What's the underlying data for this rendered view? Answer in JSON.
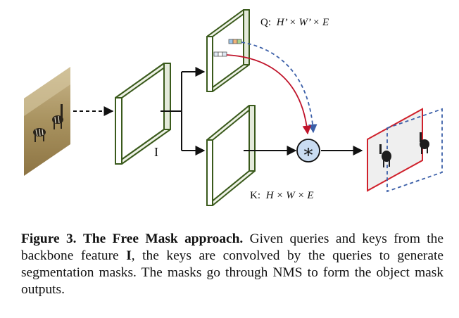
{
  "figure": {
    "q_label_prefix": "Q:",
    "q_label_dims": "H’ × W’ × E",
    "k_label_prefix": "K:",
    "k_label_dims": "H × W × E",
    "feature_label": "I",
    "conv_symbol": "∗",
    "colors": {
      "block_stroke": "#3a5a1c",
      "mask_red": "#d0212b",
      "mask_blue": "#3b5fa8",
      "conv_fill": "#c9dcf2",
      "query_arrow_red": "#c0132a",
      "query_arrow_blue": "#3b5fa8"
    },
    "icons": [
      "zebra-input-image",
      "convolution-operator-icon",
      "zebra-silhouette"
    ]
  },
  "caption": {
    "label": "Figure 3.",
    "title": "The Free Mask approach.",
    "part1": " Given queries and keys from the backbone feature ",
    "feature": "I",
    "part2": ", the keys are convolved by the queries to generate segmentation masks. The masks go through NMS to form the object mask outputs."
  }
}
